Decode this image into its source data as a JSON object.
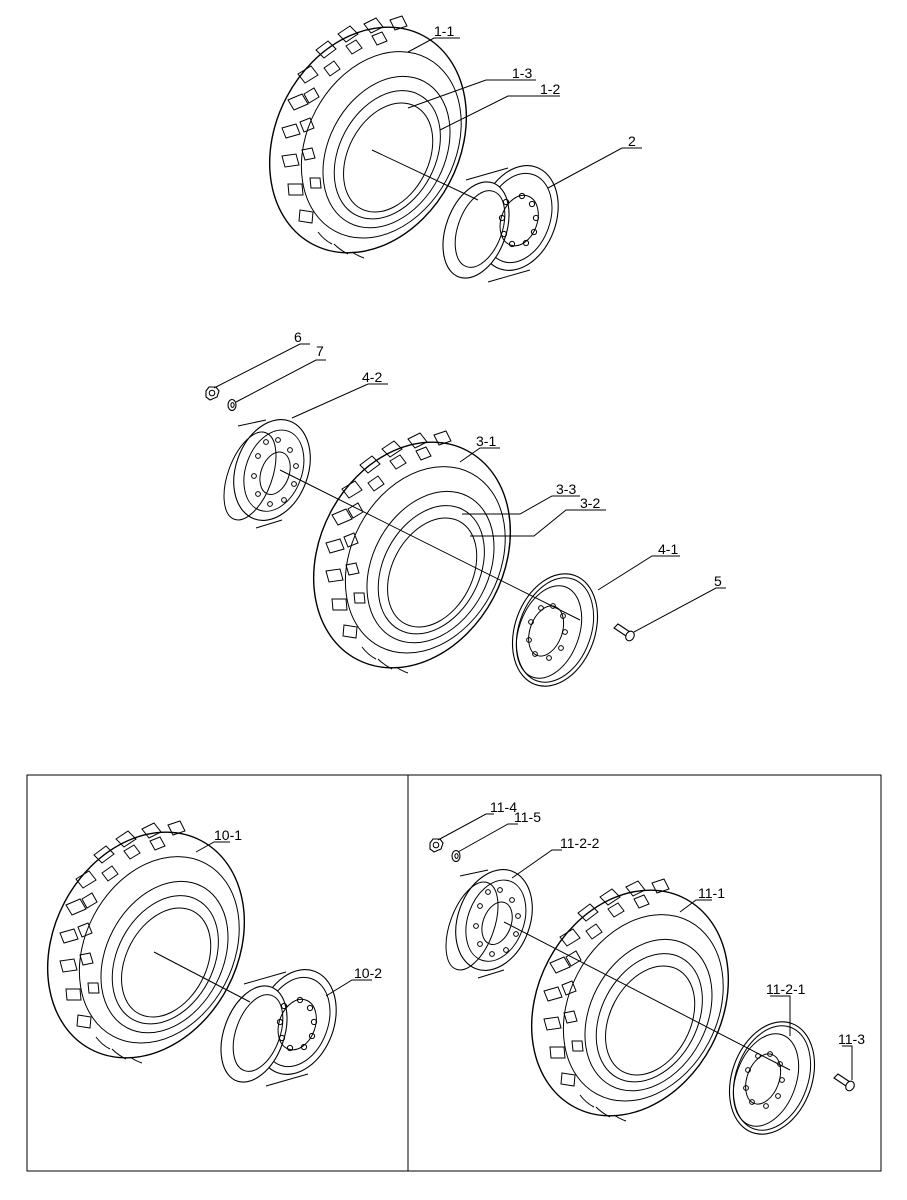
{
  "callouts": {
    "top": [
      "1-1",
      "1-3",
      "1-2",
      "2"
    ],
    "middle": [
      "6",
      "7",
      "4-2",
      "3-1",
      "3-3",
      "3-2",
      "4-1",
      "5"
    ],
    "bottom_left": [
      "10-1",
      "10-2"
    ],
    "bottom_right": [
      "11-4",
      "11-5",
      "11-2-2",
      "11-1",
      "11-2-1",
      "11-3"
    ]
  }
}
